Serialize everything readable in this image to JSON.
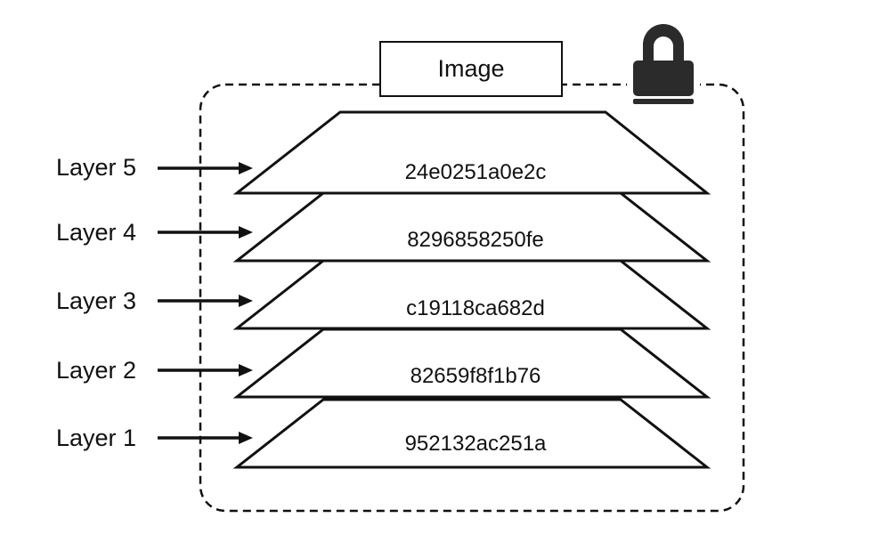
{
  "image": {
    "title": "Image",
    "lock_icon": "lock-icon"
  },
  "layers": [
    {
      "label": "Layer 5",
      "hash": "24e0251a0e2c"
    },
    {
      "label": "Layer 4",
      "hash": "8296858250fe"
    },
    {
      "label": "Layer 3",
      "hash": "c19118ca682d"
    },
    {
      "label": "Layer 2",
      "hash": "82659f8f1b76"
    },
    {
      "label": "Layer 1",
      "hash": "952132ac251a"
    }
  ],
  "colors": {
    "stroke": "#111111",
    "lock": "#2b2b2b",
    "background": "#ffffff"
  }
}
